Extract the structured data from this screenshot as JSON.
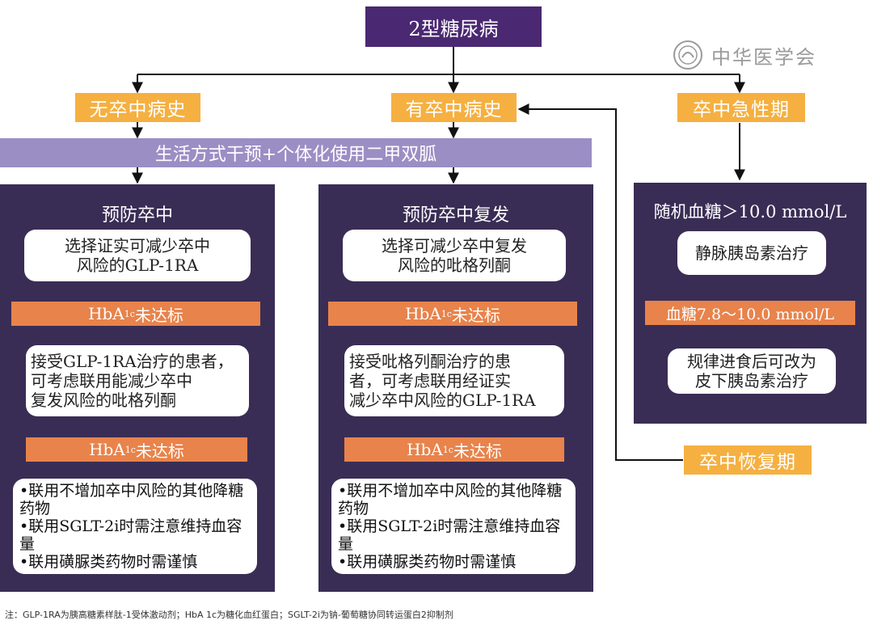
{
  "top": "2型糖尿病",
  "watermark": "中华医学会",
  "branches": {
    "left": "无卒中病史",
    "mid": "有卒中病史",
    "right": "卒中急性期"
  },
  "lifestyle": "生活方式干预+个体化使用二甲双胍",
  "left_panel": {
    "title": "预防卒中",
    "box1": [
      "选择证实可减少卒中",
      "风险的GLP-1RA"
    ],
    "hba_main": "HbA",
    "hba_sub": "1c",
    "hba_tail": "未达标",
    "box2": [
      "接受GLP-1RA治疗的患者，",
      "可考虑联用能减少卒中",
      "复发风险的吡格列酮"
    ],
    "list": [
      "•联用不增加卒中风险的其他降糖药物",
      "•联用SGLT-2i时需注意维持血容量",
      "•联用磺脲类药物时需谨慎"
    ]
  },
  "mid_panel": {
    "title": "预防卒中复发",
    "box1": [
      "选择可减少卒中复发",
      "风险的吡格列酮"
    ],
    "box2": [
      "接受吡格列酮治疗的患",
      "者，可考虑联用经证实",
      "减少卒中风险的GLP-1RA"
    ],
    "list": [
      "•联用不增加卒中风险的其他降糖药物",
      "•联用SGLT-2i时需注意维持血容量",
      "•联用磺脲类药物时需谨慎"
    ]
  },
  "right_panel": {
    "title": "随机血糖＞10.0 mmol/L",
    "box1": "静脉胰岛素治疗",
    "range": "血糖7.8～10.0 mmol/L",
    "box2": [
      "规律进食后可改为",
      "皮下胰岛素治疗"
    ]
  },
  "recovery": "卒中恢复期",
  "footnote": "注：GLP-1RA为胰高糖素样肽-1受体激动剂；HbA 1c为糖化血红蛋白；SGLT-2i为钠-葡萄糖协同转运蛋白2抑制剂",
  "colors": {
    "purple": "#4a2872",
    "orange": "#f5b041",
    "lavender": "#9b8ec4",
    "panel": "#3a2d55",
    "hba": "#e8834b"
  }
}
